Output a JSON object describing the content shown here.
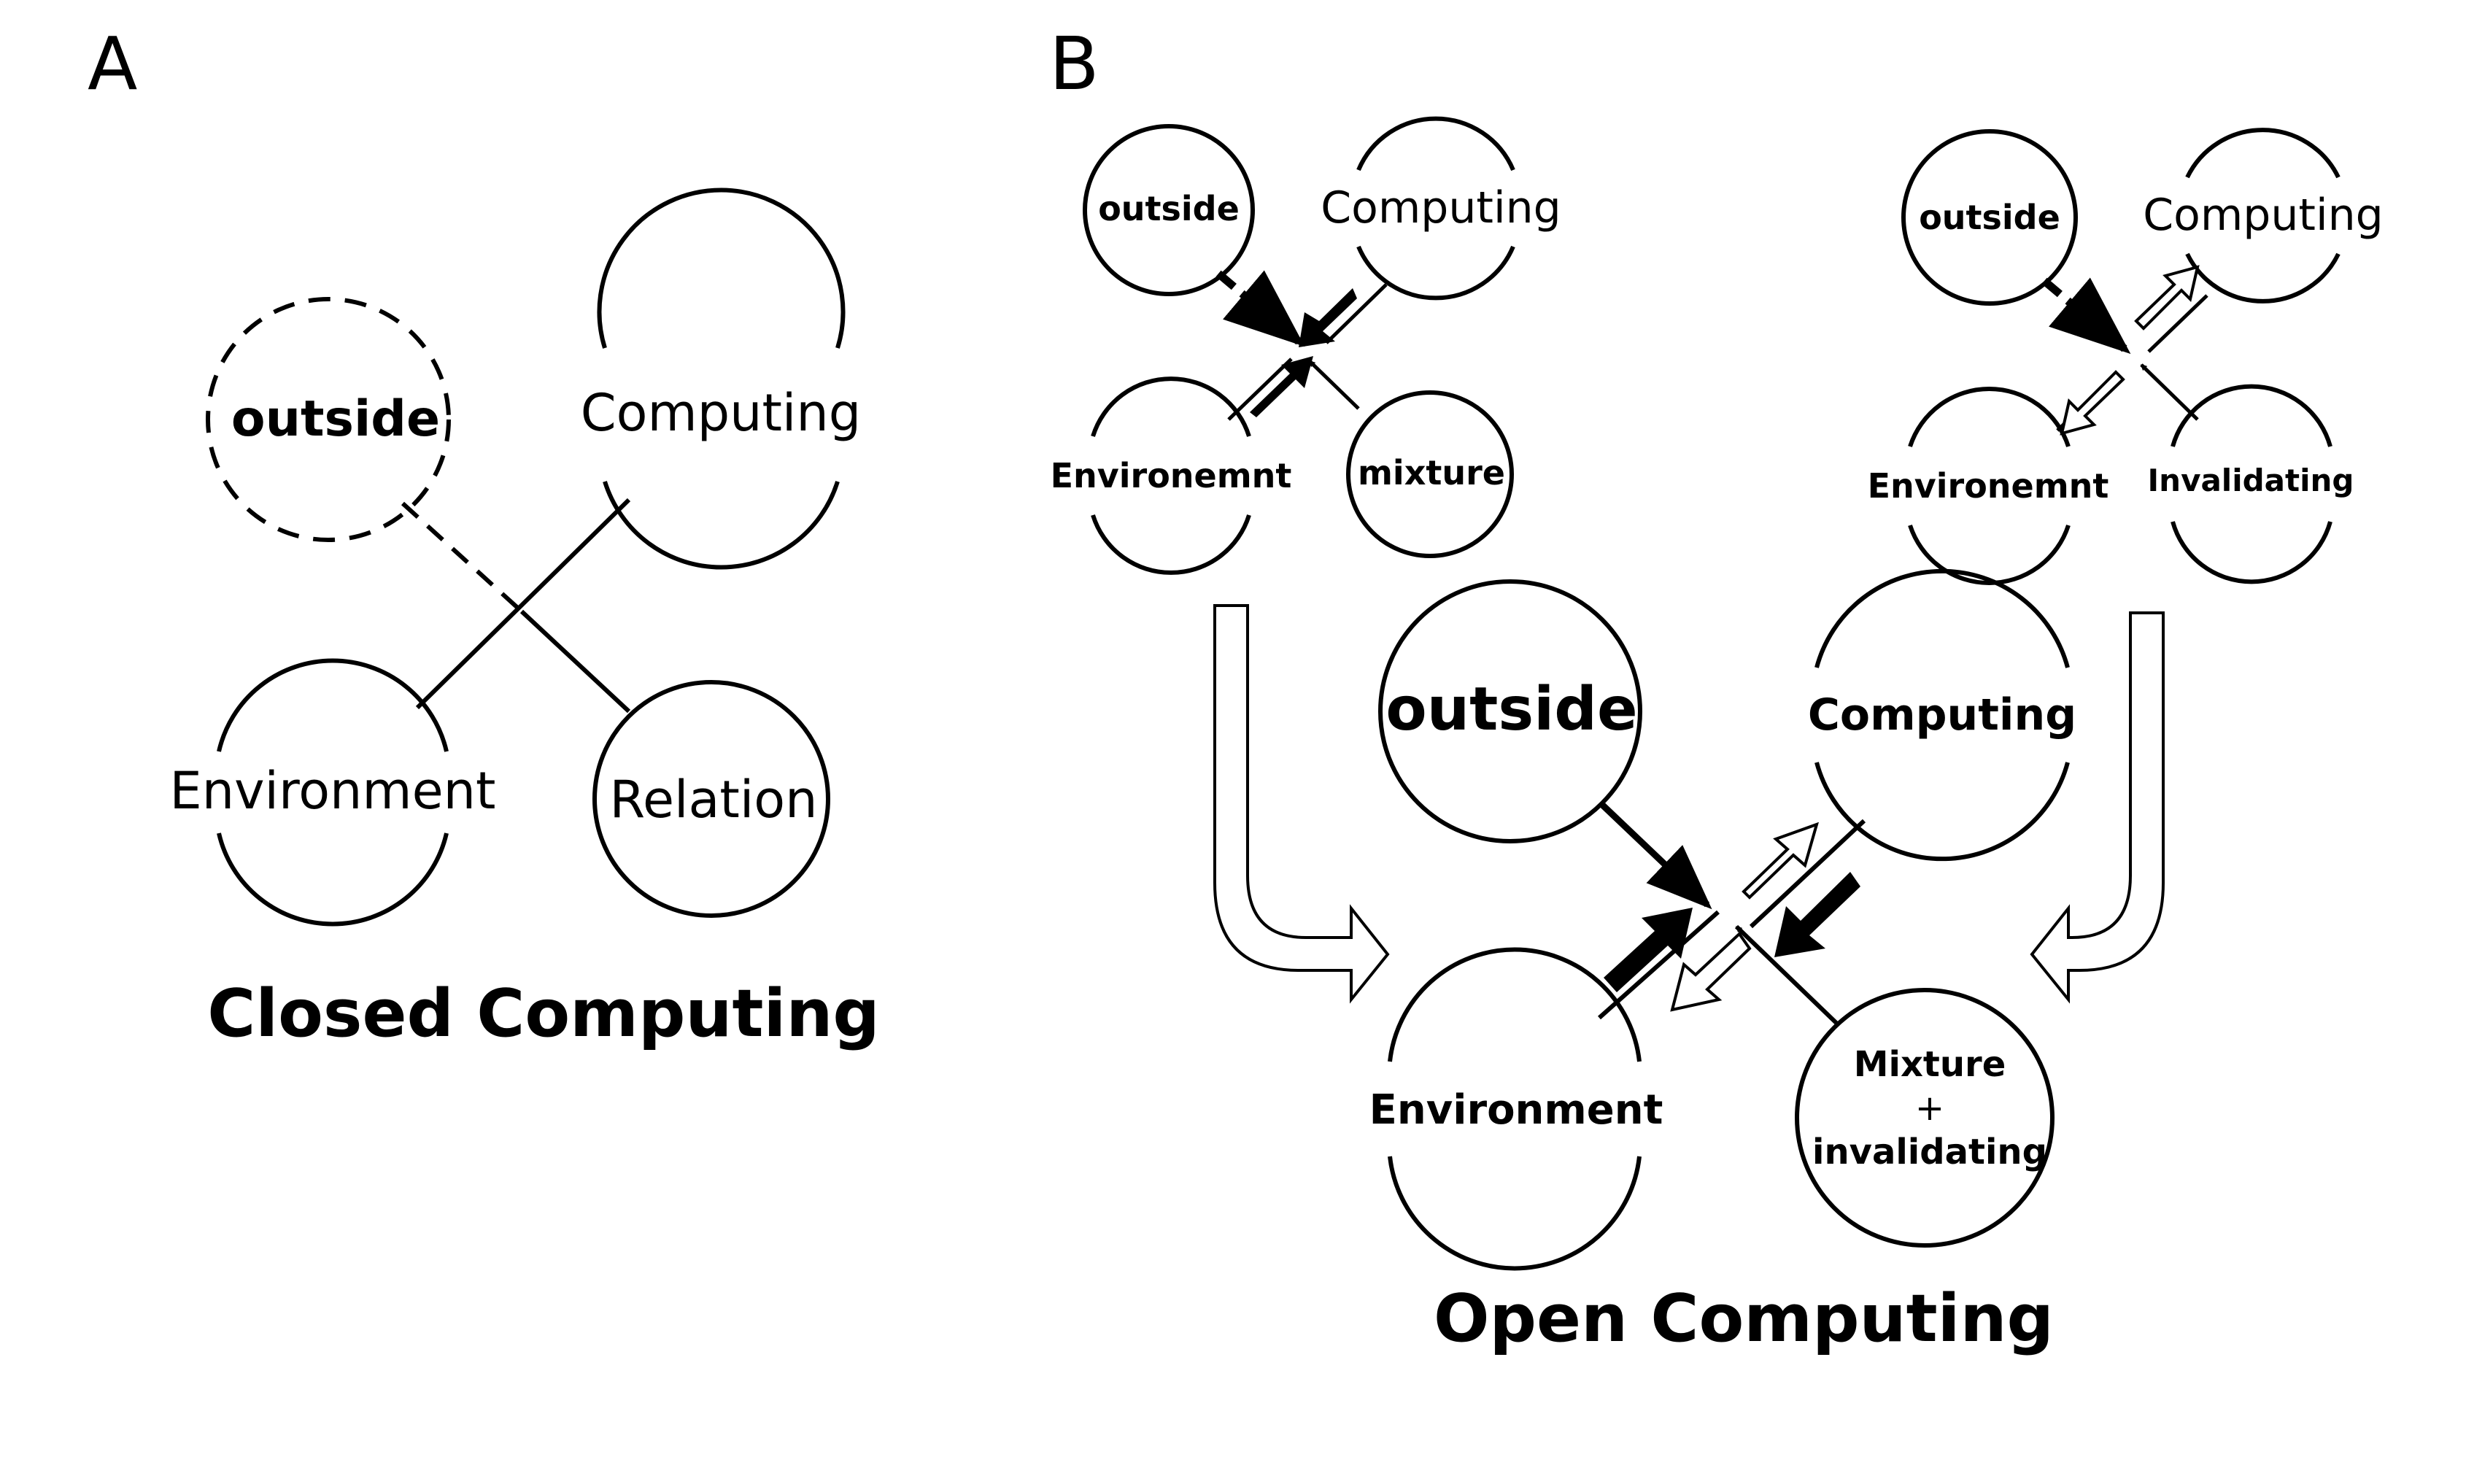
{
  "panel_a": {
    "letter": "A",
    "nodes": {
      "outside": "outside",
      "computing": "Computing",
      "environment": "Environment",
      "relation": "Relation"
    },
    "caption": "Closed Computing"
  },
  "panel_b": {
    "letter": "B",
    "left_small": {
      "outside": "outside",
      "computing": "Computing",
      "environment": "Environemnt",
      "corner": "mixture"
    },
    "right_small": {
      "outside": "outside",
      "computing": "Computing",
      "environment": "Environemnt",
      "corner": "Invalidating"
    },
    "center": {
      "outside": "outside",
      "computing": "Computing",
      "environment": "Environment",
      "corner_line1": "Mixture",
      "corner_line2": "+",
      "corner_line3": "invalidating"
    },
    "caption": "Open Computing"
  },
  "colors": {
    "ink": "#000000",
    "background": "#ffffff"
  }
}
